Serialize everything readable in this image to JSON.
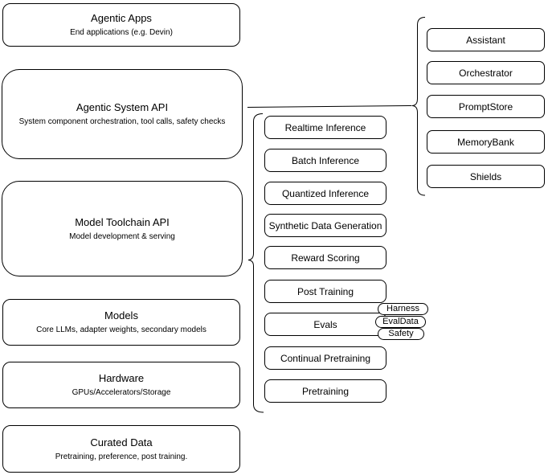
{
  "diagram": {
    "title_implicit": "Agentic system architecture stack",
    "colors": {
      "border": "#000000",
      "background": "#ffffff",
      "text": "#000000"
    },
    "stack": [
      {
        "title": "Agentic Apps",
        "subtitle": "End applications (e.g. Devin)"
      },
      {
        "title": "Agentic System API",
        "subtitle": "System component orchestration, tool calls, safety checks"
      },
      {
        "title": "Model Toolchain API",
        "subtitle": "Model development & serving"
      },
      {
        "title": "Models",
        "subtitle": "Core LLMs, adapter weights, secondary models"
      },
      {
        "title": "Hardware",
        "subtitle": "GPUs/Accelerators/Storage"
      },
      {
        "title": "Curated Data",
        "subtitle": "Pretraining, preference, post training."
      }
    ],
    "toolchain": [
      {
        "label": "Realtime Inference"
      },
      {
        "label": "Batch Inference"
      },
      {
        "label": "Quantized Inference"
      },
      {
        "label": "Synthetic Data Generation"
      },
      {
        "label": "Reward Scoring"
      },
      {
        "label": "Post Training"
      },
      {
        "label": "Evals"
      },
      {
        "label": "Continual Pretraining"
      },
      {
        "label": "Pretraining"
      }
    ],
    "system_components": [
      {
        "label": "Assistant"
      },
      {
        "label": "Orchestrator"
      },
      {
        "label": "PromptStore"
      },
      {
        "label": "MemoryBank"
      },
      {
        "label": "Shields"
      }
    ],
    "eval_tags": [
      {
        "label": "Harness"
      },
      {
        "label": "EvalData"
      },
      {
        "label": "Safety"
      }
    ]
  }
}
